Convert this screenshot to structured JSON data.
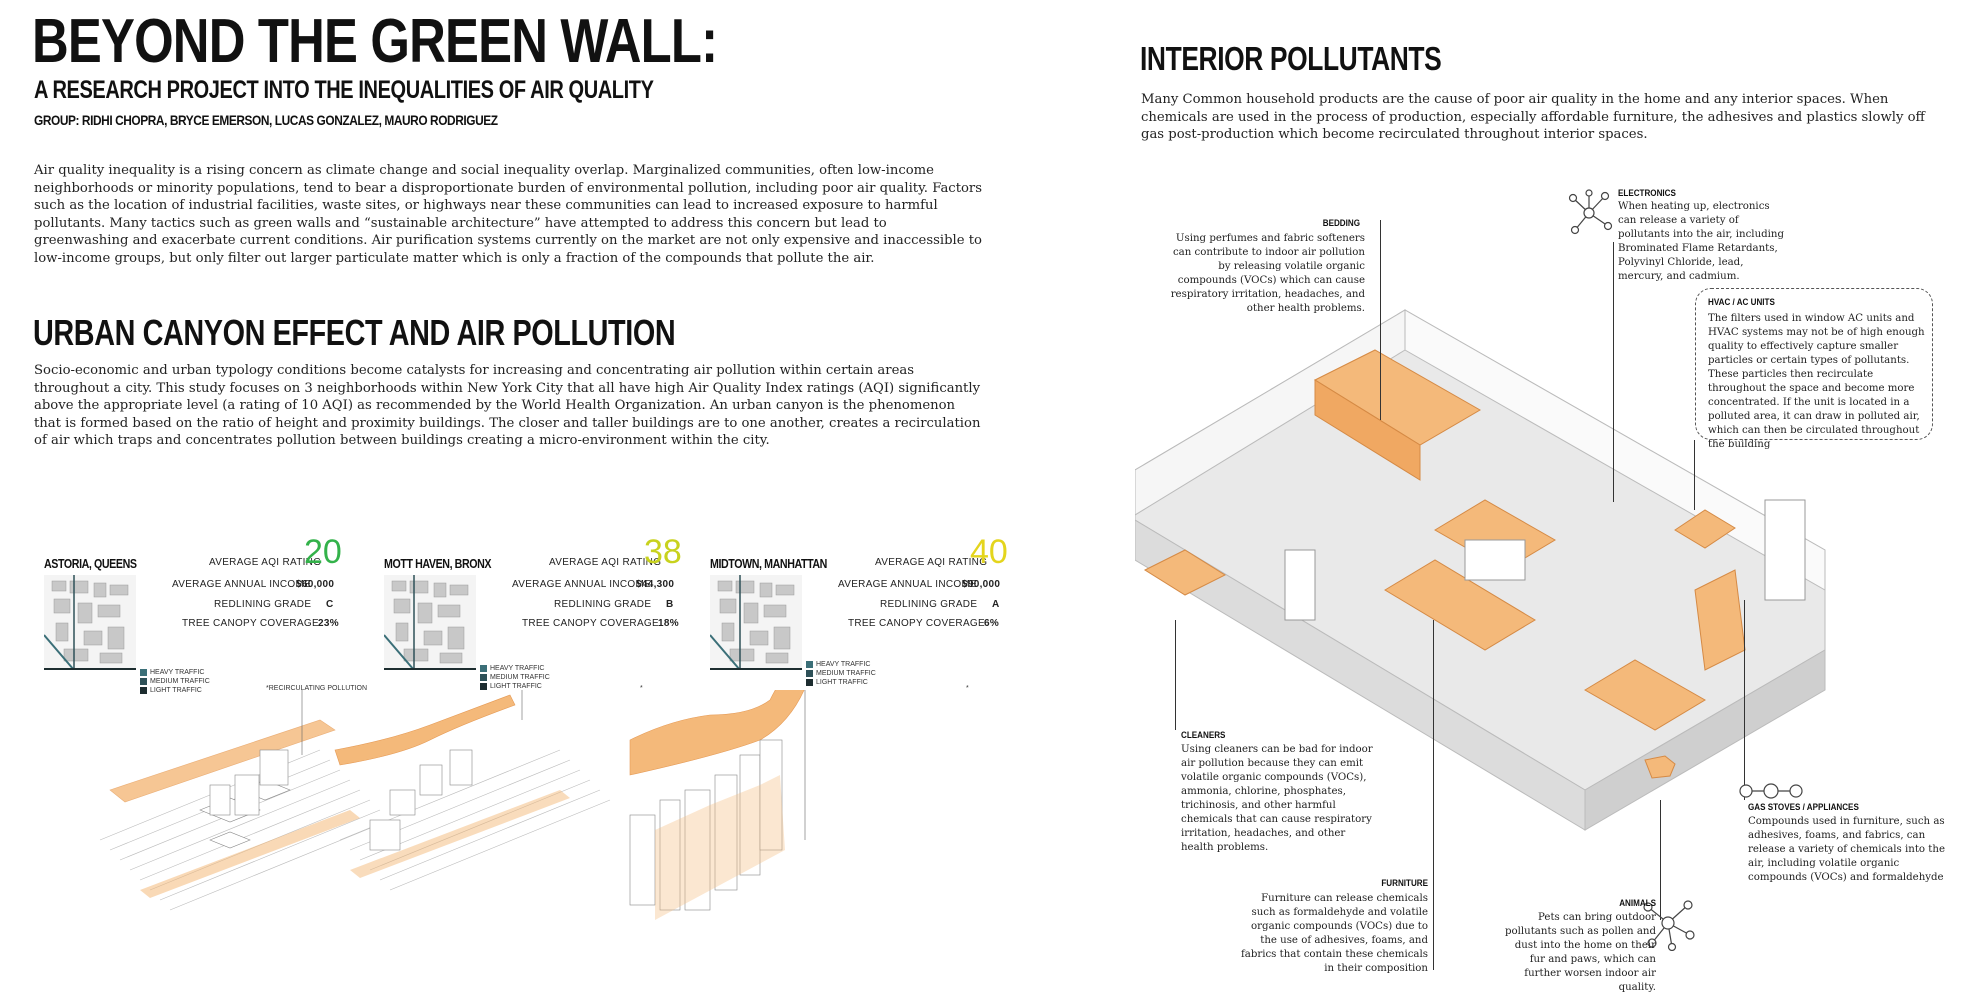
{
  "header": {
    "title": "BEYOND THE GREEN WALL:",
    "subtitle": "A RESEARCH PROJECT INTO THE INEQUALITIES OF AIR QUALITY",
    "group": "GROUP: RIDHI CHOPRA, BRYCE EMERSON, LUCAS GONZALEZ, MAURO RODRIGUEZ"
  },
  "intro": {
    "text": "Air quality inequality is a rising concern as climate change and social inequality overlap. Marginalized communities, often low-income neighborhoods or minority populations, tend to bear a disproportionate burden of environmental pollution, including poor air quality. Factors such as the location of industrial facilities, waste sites, or highways near these communities can lead to increased exposure to harmful pollutants. Many tactics such as green walls and “sustainable architecture” have attempted to address this concern but lead to greenwashing and exacerbate current conditions. Air purification systems currently on the market are not only expensive and inaccessible to low-income groups, but only filter out larger particulate matter which is only a fraction of the compounds that pollute the air."
  },
  "urban": {
    "heading": "URBAN CANYON EFFECT AND AIR POLLUTION",
    "text": "Socio-economic and urban typology conditions become catalysts for increasing and concentrating air pollution within certain areas throughout a city. This study focuses on 3 neighborhoods within New York City that all have high Air Quality Index ratings (AQI) significantly above the appropriate level (a rating of 10 AQI) as recommended by the World Health Organization. An urban canyon is the phenomenon that is formed based on the ratio of height and proximity buildings. The closer and taller buildings are to one another, creates a recirculation of air which traps and concentrates pollution between buildings creating a micro-environment within the city."
  },
  "labels": {
    "aqi": "AVERAGE  AQI RATING",
    "income": "AVERAGE  ANNUAL  INCOME",
    "redlining": "REDLINING GRADE",
    "canopy": "TREE CANOPY COVERAGE",
    "heavy": "HEAVY TRAFFIC",
    "medium": "MEDIUM TRAFFIC",
    "light": "LIGHT TRAFFIC",
    "recirc": "*RECIRCULATING POLLUTION",
    "asterisk": "*"
  },
  "neighborhoods": [
    {
      "name": "ASTORIA, QUEENS",
      "aqi": "20",
      "aqi_color": "#33b24a",
      "income": "$60,000",
      "redlining": "C",
      "canopy": "23%"
    },
    {
      "name": "MOTT HAVEN, BRONX",
      "aqi": "38",
      "aqi_color": "#c8d21e",
      "income": "$44,300",
      "redlining": "B",
      "canopy": "18%"
    },
    {
      "name": "MIDTOWN, MANHATTAN",
      "aqi": "40",
      "aqi_color": "#e4d51d",
      "income": "$90,000",
      "redlining": "A",
      "canopy": "6%"
    }
  ],
  "colors": {
    "accent_orange": "#f4b97a",
    "traffic_heavy": "#3b6f78",
    "traffic_medium": "#2e5158",
    "traffic_light": "#1d2d30"
  },
  "interior": {
    "heading": "INTERIOR POLLUTANTS",
    "text": "Many Common household products are the cause of poor air quality in the home and any interior spaces. When chemicals are used in the process of production, especially affordable furniture, the adhesives and plastics slowly off gas post-production which become recirculated throughout interior spaces.",
    "bedding": {
      "title": "BEDDING",
      "text": "Using perfumes and fabric softeners can contribute to indoor air pollution by releasing volatile organic compounds (VOCs) which can cause respiratory irritation, headaches, and other health problems."
    },
    "electronics": {
      "title": "ELECTRONICS",
      "text": "When heating up, electronics can release a variety of pollutants into the air, including Brominated Flame Retardants, Polyvinyl Chloride, lead, mercury, and cadmium."
    },
    "hvac": {
      "title": "HVAC / AC UNITS",
      "text": "The filters used in window AC units and HVAC systems may not be of high enough quality to effectively capture smaller particles or certain types of pollutants. These particles then recirculate throughout the space and become more concentrated. If the unit is located in a polluted area, it can draw in polluted air, which can then be circulated throughout the building"
    },
    "cleaners": {
      "title": "CLEANERS",
      "text": "Using cleaners can be bad for indoor air pollution because they can emit volatile organic compounds (VOCs), ammonia, chlorine, phosphates, trichinosis, and other harmful chemicals that can cause respiratory irritation, headaches, and other health problems."
    },
    "gas": {
      "title": "GAS STOVES / APPLIANCES",
      "text": "Compounds used in furniture, such as adhesives, foams, and fabrics, can release a variety of chemicals into the air, including volatile organic compounds (VOCs) and formaldehyde"
    },
    "furniture": {
      "title": "FURNITURE",
      "text": "Furniture can release chemicals such as formaldehyde and volatile organic compounds (VOCs) due to the use of adhesives, foams, and fabrics that contain these chemicals in their composition"
    },
    "animals": {
      "title": "ANIMALS",
      "text": "Pets can bring outdoor pollutants such as pollen and dust into the home on their fur and paws, which can further worsen indoor air quality."
    }
  }
}
